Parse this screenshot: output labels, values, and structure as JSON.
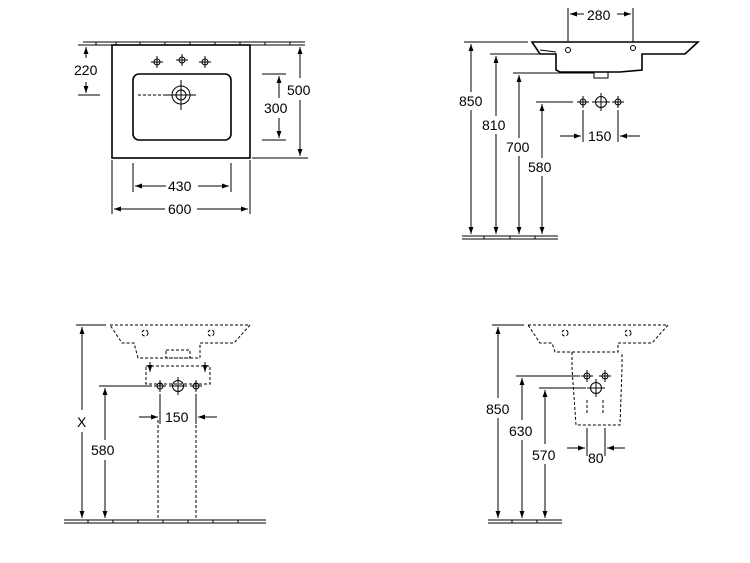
{
  "views": {
    "top": {
      "dim_220": "220",
      "dim_300": "300",
      "dim_500": "500",
      "dim_430": "430",
      "dim_600": "600"
    },
    "side": {
      "dim_280": "280",
      "dim_850": "850",
      "dim_810": "810",
      "dim_700": "700",
      "dim_580": "580",
      "dim_150": "150"
    },
    "front_pedestal": {
      "dim_x": "X",
      "dim_580": "580",
      "dim_150": "150"
    },
    "front_semi_pedestal": {
      "dim_850": "850",
      "dim_630": "630",
      "dim_570": "570",
      "dim_80": "80"
    }
  }
}
